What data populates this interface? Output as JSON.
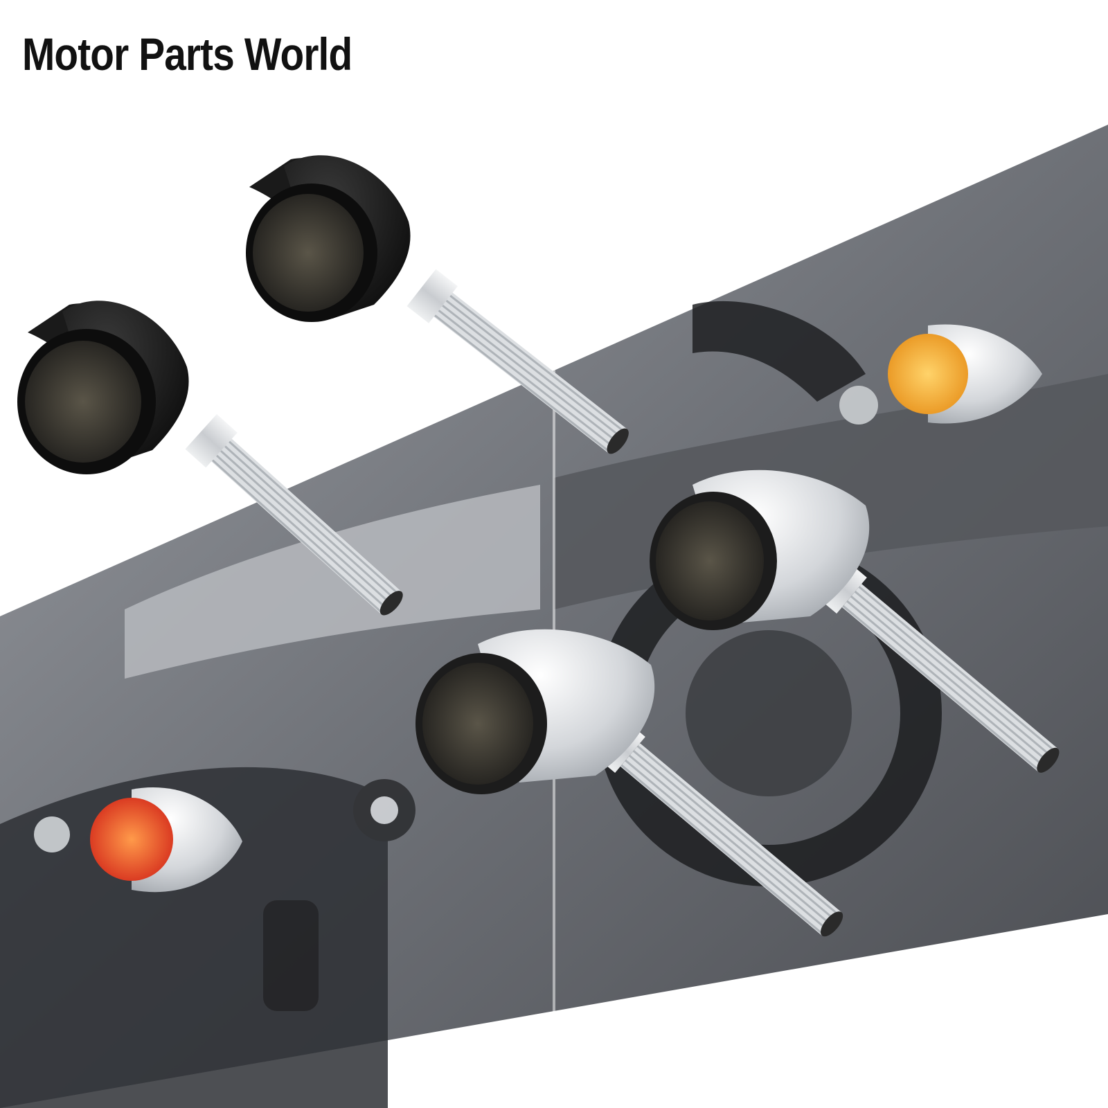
{
  "brand": {
    "name": "Motor Parts World"
  },
  "colors": {
    "background": "#ffffff",
    "band": "#8a8d93",
    "band_dark": "#3a3c40",
    "black_housing": "#141414",
    "chrome_housing": "#e6e8ea",
    "lens_smoked": "#2c2b28",
    "lens_amber": "#f2a31c",
    "lens_red": "#e2301c",
    "bolt": "#dfe2e5"
  },
  "products": [
    {
      "finish": "black",
      "lens": "smoked"
    },
    {
      "finish": "black",
      "lens": "smoked"
    },
    {
      "finish": "chrome",
      "lens": "smoked"
    },
    {
      "finish": "chrome",
      "lens": "smoked"
    }
  ],
  "installed_examples": [
    {
      "lens": "amber"
    },
    {
      "lens": "red"
    }
  ]
}
